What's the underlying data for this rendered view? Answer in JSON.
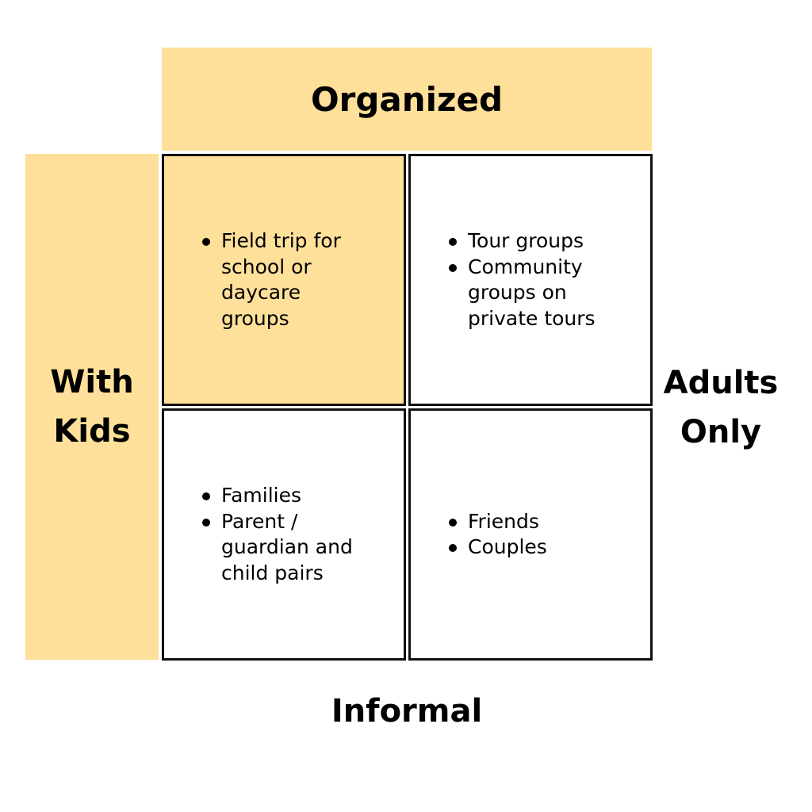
{
  "axes": {
    "top": "Organized",
    "bottom": "Informal",
    "left": [
      "With",
      "Kids"
    ],
    "right": [
      "Adults",
      "Only"
    ]
  },
  "quadrants": {
    "top_left": [
      "Field trip for school or daycare groups"
    ],
    "top_right": [
      "Tour groups",
      "Community groups on private tours"
    ],
    "bottom_left": [
      "Families",
      "Parent / guardian and child pairs"
    ],
    "bottom_right": [
      "Friends",
      "Couples"
    ]
  },
  "colors": {
    "highlight": "#FFE09B",
    "border": "#111111"
  }
}
